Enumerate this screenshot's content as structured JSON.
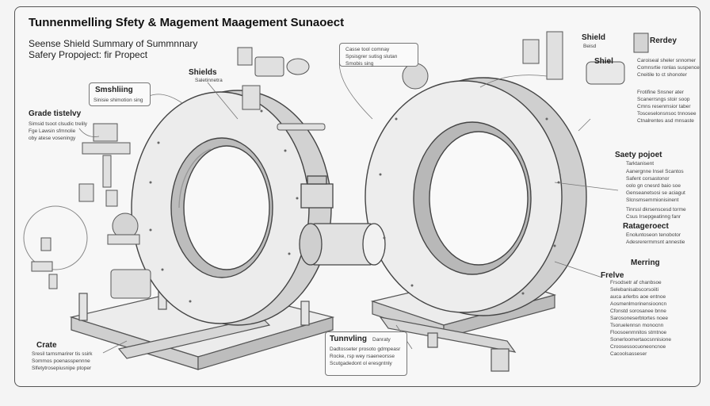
{
  "title": "Tunnenmelling Sfety & Magement Maagement Sunaoect",
  "subtitle": {
    "line1": "Seense Shield Summary of Summnnary",
    "line2": "Safery Propoject: fir Propect"
  },
  "labels": {
    "shields_top": "Shields",
    "shields_top_sub": "Saletinnetra",
    "smshiling": "Smshliing",
    "smshiling_sub": "Sinisie shimotion sing",
    "grade": "Grade tistelvy",
    "shield_right": "Shield",
    "shield_right_sub": "Beisd",
    "shiel2": "Shiel",
    "rerdey": "Rerdey",
    "safety_project": "Saety pojoet",
    "safety_project_sub": "Tarktanisent",
    "management": "Ratageroect",
    "merring": "Merring",
    "frelve": "Frelve",
    "crate": "Crate",
    "tunneling": "Tunnvling",
    "tunneling_sub": "Danraty"
  },
  "notes": {
    "top_callout": [
      "Casse tool comnay",
      "Spsisgrer sutisg slutan",
      "Smobis sing"
    ],
    "grade": [
      "Simsid tsoot clsudic trelily",
      "Fge Lawsin sfmnolie",
      "oby atese voseningy"
    ],
    "rerdey": [
      "Caroiseal sheler snnomer",
      "Comnsrtie ronlas suspence",
      "Cneitile to ct shonoter"
    ],
    "rerdey2": [
      "Frotifine Snsner ater",
      "Scanerrsngs stoir soop",
      "Cmns resenmsior taber",
      "Tosceselonsnsoc tnnosee",
      "Ctnalrentes asd mnsaste"
    ],
    "safety": [
      "Aanergnne Insel Scantos",
      "Safent corsastonor",
      "oolo gn cnesrd baio soe",
      "Genseanetsosi se aciagut",
      "Slcnsmsemmionisinent"
    ],
    "safety2": [
      "Tinrssl dkrsenscesd torme",
      "Csus Irsepgeatinng fanr"
    ],
    "management": [
      "Enoluntoseon tenobotor",
      "Adesrerermmsnt annestie"
    ],
    "frelve": [
      "Frsodsetr af chanbsoe",
      "Selebanisabscorsoiiti",
      "auca arlerbs aoe entnoe",
      "Aosmenlmorinensiooncn",
      "Cfonstd sorosanee bnne",
      "Sarosoneserbtortes noee",
      "Tsoruelennsn monocnn",
      "Floosoenrnnitos stmtnoe",
      "Sonerloomertaocsnnisione",
      "Croosessocuoneoncnoe",
      "Cacoolsasseser"
    ],
    "crate": [
      "Sresil tarnsmarirer tis ssirk",
      "Sommos poenasspennne",
      "Slfetytrosepiusnipe ptoper"
    ],
    "tunneling": [
      "Dadtosseter prosoto gdmpeasr",
      "Rocke, rsp wey rsaeneorsse",
      "Scutgadedont ol eresgntnly"
    ]
  },
  "colors": {
    "ink": "#3a3a3a",
    "metal": "#e6e6e6",
    "shade": "#bdbdbd",
    "dark": "#8a8a8a",
    "paper": "#f7f7f7"
  }
}
